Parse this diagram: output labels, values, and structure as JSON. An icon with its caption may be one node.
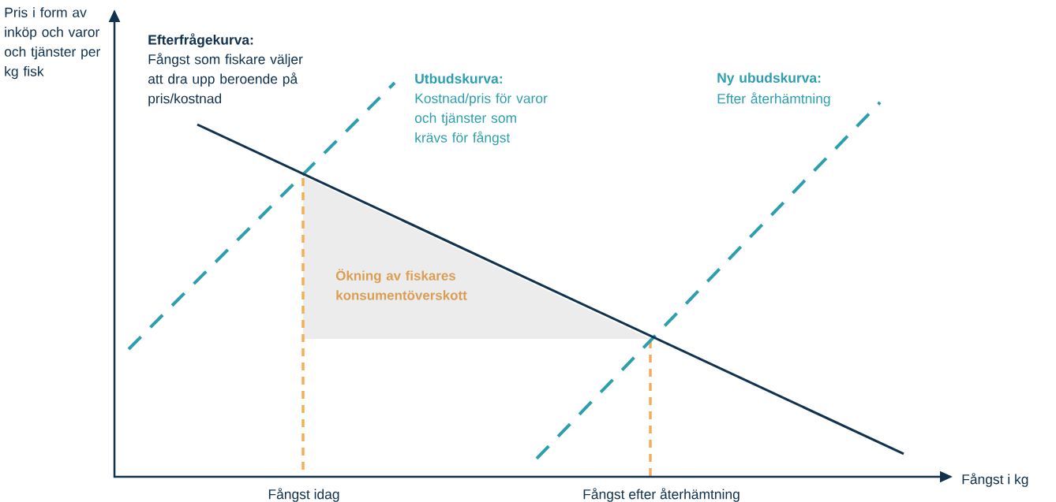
{
  "diagram": {
    "nodes": [
      {
        "text": [
          "Ökning av fiskares konsumentöverskott"
        ]
      }
    ],
    "labels": [
      "Pris i form av inköp och varor och tjänster per kg fisk",
      "Efterfrågekurva:",
      "Fångst som fiskare väljer att dra upp beroende på pris/kostnad",
      "Utbudskurva:",
      "Kostnad/pris för varor och tjänster som krävs för fångst",
      "Ny ubudskurva:",
      "Efter återhämtning",
      "Fångst i kg",
      "Fångst idag",
      "Fångst efter återhämtning"
    ]
  }
}
